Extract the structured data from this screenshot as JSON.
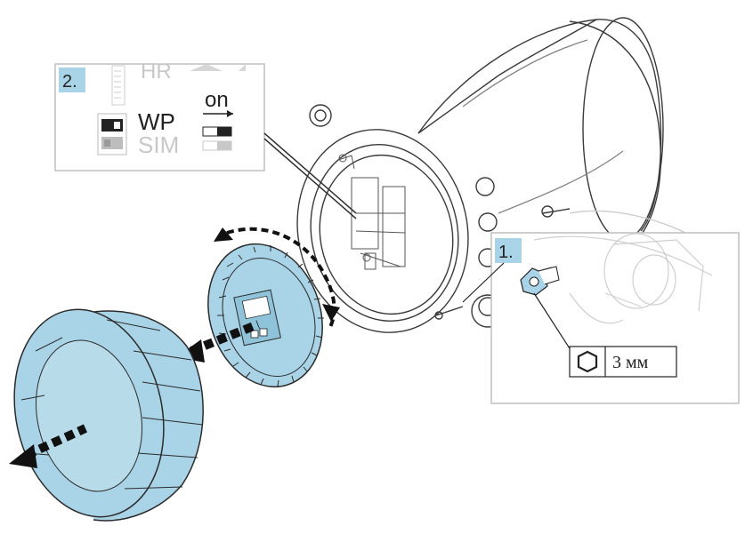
{
  "steps": {
    "step1": {
      "number": "1."
    },
    "step2": {
      "number": "2."
    }
  },
  "switch_panel": {
    "top_label_partial": "HR",
    "wp_label": "WP",
    "sim_label": "SIM",
    "on_label": "on"
  },
  "tool": {
    "icon": "hex-key-icon",
    "size_label": "3 мм"
  },
  "colors": {
    "cover_fill": "#a9d3e6",
    "cover_stroke": "#2b2b2b",
    "step_badge": "#a9d3e6",
    "line_art": "#3a3a3a",
    "light_line_art": "#c8c8c8"
  }
}
